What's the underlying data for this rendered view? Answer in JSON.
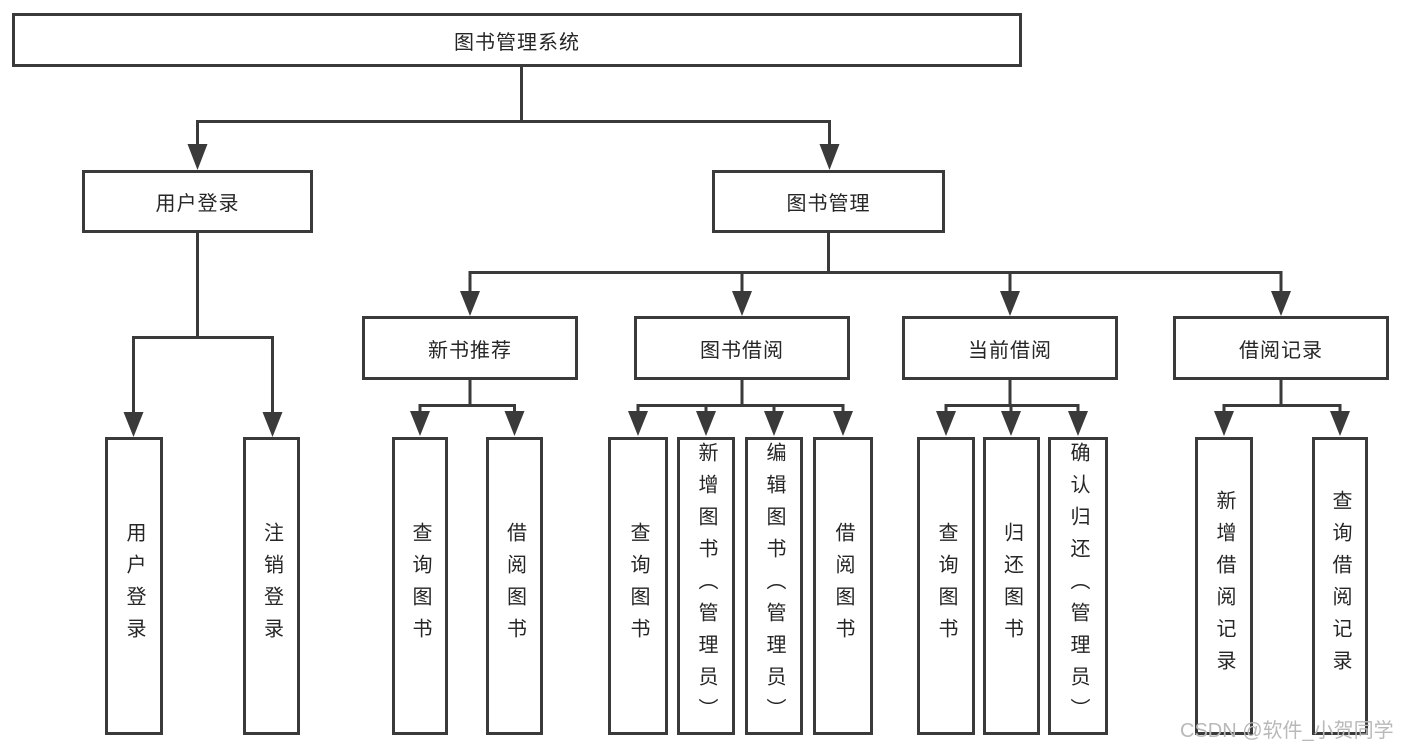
{
  "diagram": {
    "root": {
      "label": "图书管理系统"
    },
    "level2": [
      {
        "label": "用户登录"
      },
      {
        "label": "图书管理"
      }
    ],
    "level3": [
      {
        "parent": "图书管理",
        "label": "新书推荐"
      },
      {
        "parent": "图书管理",
        "label": "图书借阅"
      },
      {
        "parent": "图书管理",
        "label": "当前借阅"
      },
      {
        "parent": "图书管理",
        "label": "借阅记录"
      }
    ],
    "level4": [
      {
        "parent": "用户登录",
        "label": "用户登录"
      },
      {
        "parent": "用户登录",
        "label": "注销登录"
      },
      {
        "parent": "新书推荐",
        "label": "查询图书"
      },
      {
        "parent": "新书推荐",
        "label": "借阅图书"
      },
      {
        "parent": "图书借阅",
        "label": "查询图书"
      },
      {
        "parent": "图书借阅",
        "label": "新增图书（管理员）"
      },
      {
        "parent": "图书借阅",
        "label": "编辑图书（管理员）"
      },
      {
        "parent": "图书借阅",
        "label": "借阅图书"
      },
      {
        "parent": "当前借阅",
        "label": "查询图书"
      },
      {
        "parent": "当前借阅",
        "label": "归还图书"
      },
      {
        "parent": "当前借阅",
        "label": "确认归还（管理员）"
      },
      {
        "parent": "借阅记录",
        "label": "新增借阅记录"
      },
      {
        "parent": "借阅记录",
        "label": "查询借阅记录"
      }
    ]
  },
  "watermark": {
    "text": "CSDN @软件_小贺同学"
  },
  "colors": {
    "line": "#3a3a3a",
    "text": "#262626",
    "watermark": "#b9b9b9",
    "background": "#ffffff"
  }
}
